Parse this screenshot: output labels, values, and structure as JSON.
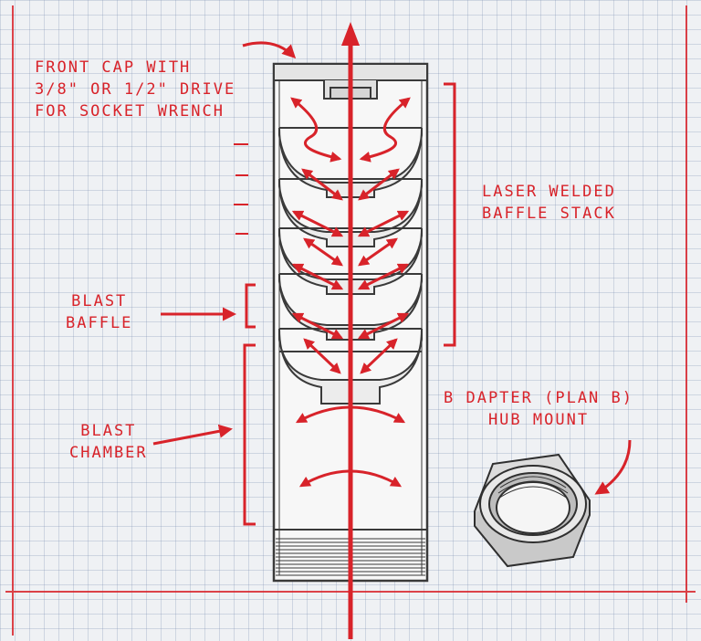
{
  "labels": {
    "front_cap": [
      "FRONT CAP WITH",
      "3/8\" OR 1/2\" DRIVE",
      "FOR SOCKET WRENCH"
    ],
    "baffle_stack": [
      "LASER WELDED",
      "BAFFLE STACK"
    ],
    "blast_baffle": [
      "BLAST",
      "BAFFLE"
    ],
    "blast_chamber": [
      "BLAST",
      "CHAMBER"
    ],
    "hub_mount": [
      "B DAPTER (PLAN B)",
      "HUB MOUNT"
    ]
  },
  "colors": {
    "accent": "#d8232a",
    "line": "#3a3a3a",
    "grid": "#9fb0c8",
    "paper": "#eff1f4"
  }
}
